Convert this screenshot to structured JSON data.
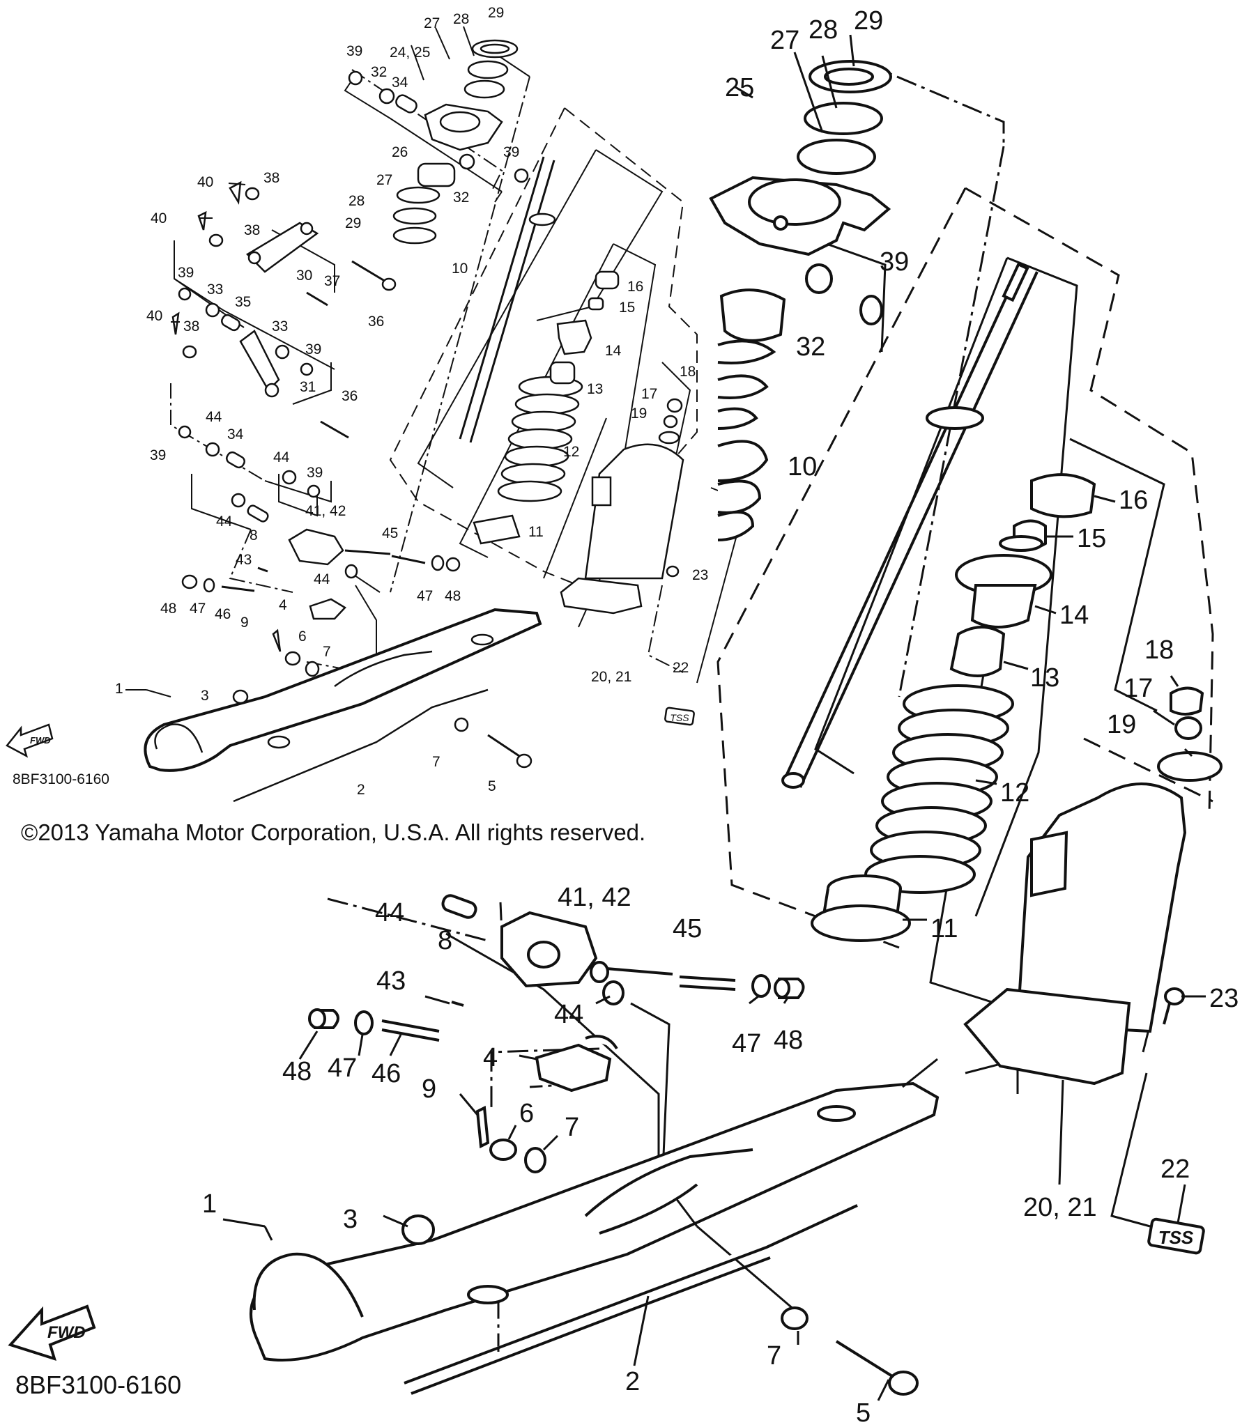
{
  "copyright": "©2013 Yamaha Motor Corporation, U.S.A. All rights reserved.",
  "diagram_code_small": "8BF3100-6160",
  "diagram_code_large": "8BF3100-6160",
  "fwd_label": "FWD",
  "tss_label": "TSS",
  "small_labels": [
    "39",
    "32",
    "34",
    "24, 25",
    "27",
    "28",
    "29",
    "26",
    "27",
    "28",
    "29",
    "39",
    "32",
    "40",
    "38",
    "40",
    "38",
    "30",
    "37",
    "36",
    "10",
    "16",
    "15",
    "14",
    "13",
    "12",
    "11",
    "39",
    "33",
    "35",
    "40",
    "38",
    "33",
    "39",
    "31",
    "36",
    "39",
    "44",
    "34",
    "44",
    "39",
    "44",
    "8",
    "41, 42",
    "45",
    "43",
    "48",
    "47",
    "46",
    "44",
    "4",
    "47",
    "48",
    "9",
    "6",
    "7",
    "3",
    "1",
    "2",
    "7",
    "5",
    "18",
    "17",
    "19",
    "20, 21",
    "22",
    "23"
  ],
  "large_labels": [
    "27",
    "28",
    "29",
    "25",
    "39",
    "32",
    "10",
    "16",
    "15",
    "14",
    "13",
    "12",
    "11",
    "18",
    "17",
    "19",
    "20, 21",
    "22",
    "23",
    "44",
    "8",
    "41, 42",
    "45",
    "43",
    "44",
    "47",
    "48",
    "48",
    "47",
    "46",
    "4",
    "9",
    "6",
    "7",
    "3",
    "1",
    "7",
    "2",
    "5"
  ]
}
